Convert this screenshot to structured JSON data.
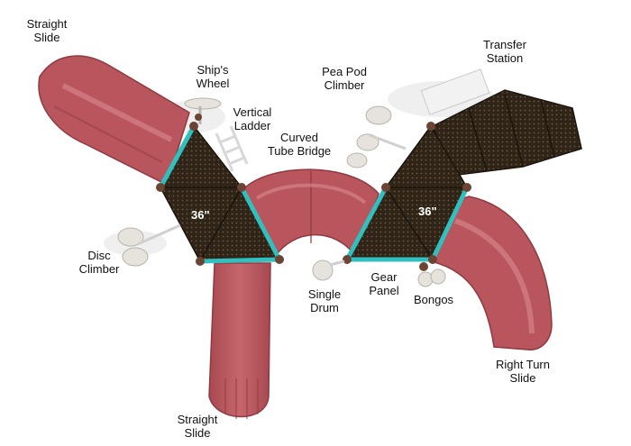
{
  "labels": {
    "straight_slide_left": [
      "Straight",
      "Slide"
    ],
    "ships_wheel": [
      "Ship's",
      "Wheel"
    ],
    "vertical_ladder": [
      "Vertical",
      "Ladder"
    ],
    "curved_tube_bridge": [
      "Curved",
      "Tube Bridge"
    ],
    "pea_pod_climber": [
      "Pea Pod",
      "Climber"
    ],
    "transfer_station": [
      "Transfer",
      "Station"
    ],
    "disc_climber": [
      "Disc",
      "Climber"
    ],
    "single_drum": [
      "Single",
      "Drum"
    ],
    "gear_panel": [
      "Gear",
      "Panel"
    ],
    "bongos": [
      "Bongos"
    ],
    "right_turn_slide": [
      "Right Turn",
      "Slide"
    ],
    "straight_slide_bottom": [
      "Straight",
      "Slide"
    ]
  },
  "deck_heights": {
    "left_deck": "36\"",
    "right_deck": "36\""
  },
  "colors": {
    "slide": "#b9555c",
    "slide_dark": "#8f3a41",
    "deck": "#2f2417",
    "deck_dots": "#6b5a43",
    "trim": "#2fc0bf",
    "post": "#6b4434",
    "accessory": "#e6e2dc",
    "shadow": "#e4e4e4"
  }
}
